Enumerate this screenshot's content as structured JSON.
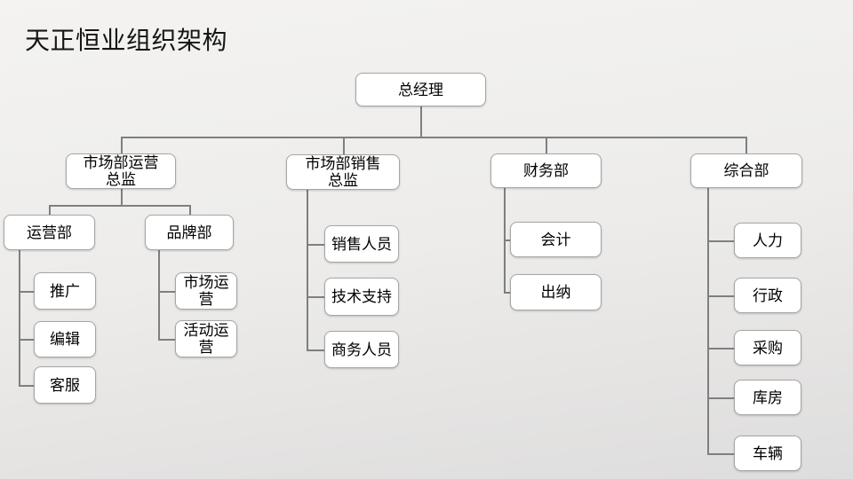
{
  "title": "天正恒业组织架构",
  "org": {
    "ceo": {
      "label": "总经理"
    },
    "marketing_ops_director": {
      "label": "市场部运营\n总监"
    },
    "marketing_sales_director": {
      "label": "市场部销售\n总监"
    },
    "finance_dept": {
      "label": "财务部"
    },
    "general_dept": {
      "label": "综合部"
    },
    "operations_dept": {
      "label": "运营部"
    },
    "brand_dept": {
      "label": "品牌部"
    },
    "promotion": {
      "label": "推广"
    },
    "editing": {
      "label": "编辑"
    },
    "customer_service": {
      "label": "客服"
    },
    "market_operations": {
      "label": "市场运\n营"
    },
    "activity_operations": {
      "label": "活动运\n营"
    },
    "sales_staff": {
      "label": "销售人员"
    },
    "tech_support": {
      "label": "技术支持"
    },
    "business_staff": {
      "label": "商务人员"
    },
    "accounting": {
      "label": "会计"
    },
    "cashier": {
      "label": "出纳"
    },
    "hr": {
      "label": "人力"
    },
    "administration": {
      "label": "行政"
    },
    "purchasing": {
      "label": "采购"
    },
    "warehouse": {
      "label": "库房"
    },
    "vehicles": {
      "label": "车辆"
    }
  },
  "edges": [
    [
      "ceo",
      "marketing_ops_director"
    ],
    [
      "ceo",
      "marketing_sales_director"
    ],
    [
      "ceo",
      "finance_dept"
    ],
    [
      "ceo",
      "general_dept"
    ],
    [
      "marketing_ops_director",
      "operations_dept"
    ],
    [
      "marketing_ops_director",
      "brand_dept"
    ],
    [
      "operations_dept",
      "promotion"
    ],
    [
      "operations_dept",
      "editing"
    ],
    [
      "operations_dept",
      "customer_service"
    ],
    [
      "brand_dept",
      "market_operations"
    ],
    [
      "brand_dept",
      "activity_operations"
    ],
    [
      "marketing_sales_director",
      "sales_staff"
    ],
    [
      "marketing_sales_director",
      "tech_support"
    ],
    [
      "marketing_sales_director",
      "business_staff"
    ],
    [
      "finance_dept",
      "accounting"
    ],
    [
      "finance_dept",
      "cashier"
    ],
    [
      "general_dept",
      "hr"
    ],
    [
      "general_dept",
      "administration"
    ],
    [
      "general_dept",
      "purchasing"
    ],
    [
      "general_dept",
      "warehouse"
    ],
    [
      "general_dept",
      "vehicles"
    ]
  ],
  "colors": {
    "node_fill": "#ffffff",
    "node_border": "#a6a6a6",
    "connector": "#7f7f7f",
    "text": "#000000"
  }
}
